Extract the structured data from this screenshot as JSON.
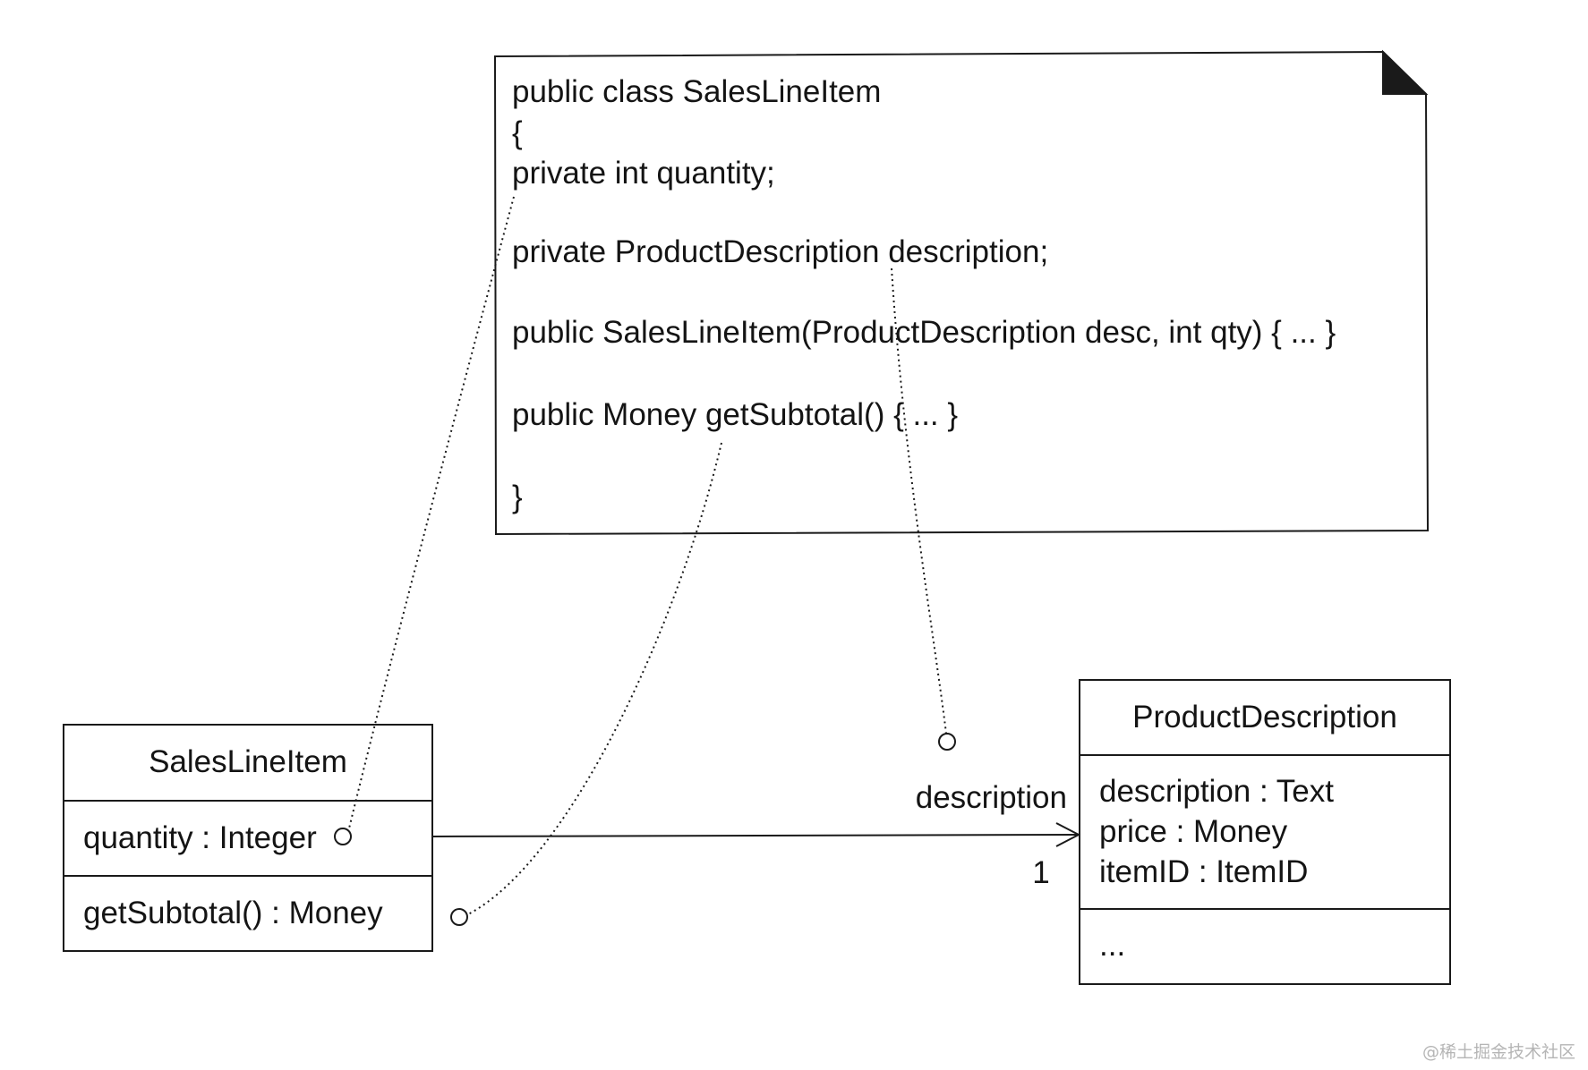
{
  "note": {
    "lines": [
      "public class SalesLineItem",
      "{",
      "private int quantity;",
      "private ProductDescription description;",
      "public SalesLineItem(ProductDescription desc, int qty) { ... }",
      "public Money getSubtotal() { ... }",
      "}"
    ]
  },
  "sales_line_item": {
    "name": "SalesLineItem",
    "attributes": [
      "quantity : Integer"
    ],
    "operations": [
      "getSubtotal() : Money"
    ]
  },
  "product_description": {
    "name": "ProductDescription",
    "attributes": [
      "description : Text",
      "price : Money",
      "itemID : ItemID"
    ],
    "operations": [
      "..."
    ]
  },
  "association": {
    "role": "description",
    "multiplicity": "1"
  },
  "watermark": "@稀土掘金技术社区",
  "colors": {
    "line": "#1a1a1a",
    "text": "#141414",
    "watermark": "#b5b5b5"
  }
}
